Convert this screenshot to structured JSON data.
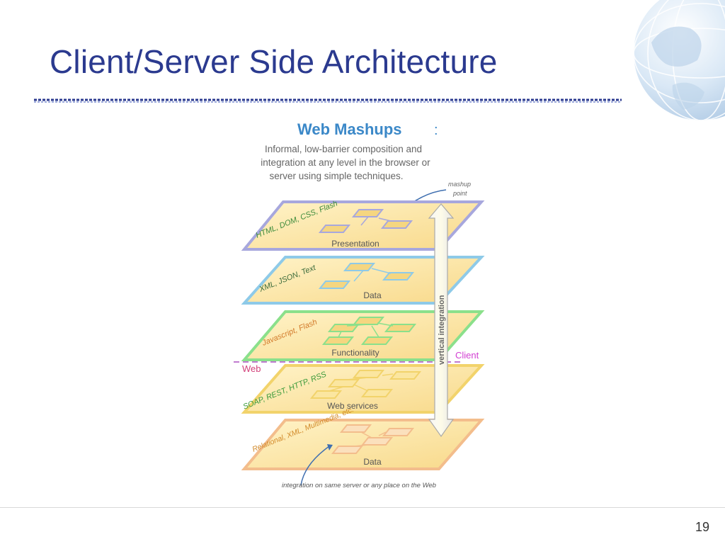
{
  "slide": {
    "title": "Client/Server Side Architecture",
    "page_number": "19"
  },
  "diagram": {
    "heading": "Web Mashups",
    "heading_colon": ":",
    "description_lines": [
      "Informal, low-barrier composition and",
      "integration at any level in the browser or",
      "server using simple techniques."
    ],
    "mashup_point_lines": [
      "mashup",
      "point"
    ],
    "vertical_label": "vertical integration",
    "client_label": "Client",
    "web_label": "Web",
    "bottom_caption": "integration on same server or any place on the Web",
    "layers": [
      {
        "label": "Presentation",
        "side_label": "HTML, DOM, CSS, Flash"
      },
      {
        "label": "Data",
        "side_label": "XML, JSON, Text"
      },
      {
        "label": "Functionality",
        "side_label": "Javascript, Flash"
      },
      {
        "label": "Web services",
        "side_label": "SOAP, REST, HTTP, RSS"
      },
      {
        "label": "Data",
        "side_label": "Relational, XML, Multimedia, etc."
      }
    ],
    "colors": {
      "heading": "#3b88c8",
      "presentation_edge": "#a7a7dd",
      "data_edge": "#8ecae8",
      "functionality_edge": "#8be08b",
      "services_edge": "#f2d36b",
      "storage_edge": "#f3bd8c",
      "plane_fill": "#fbe3a3",
      "client_label": "#d23fd2",
      "web_label": "#d2407a"
    }
  }
}
